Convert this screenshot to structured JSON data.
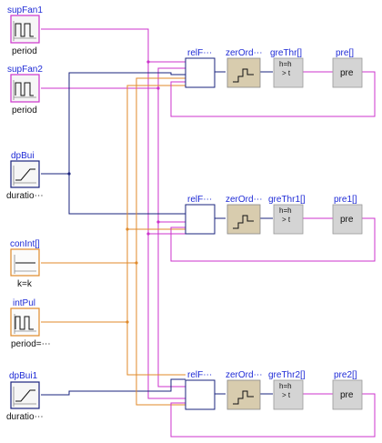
{
  "sources": [
    {
      "name": "supFan1",
      "param": "period"
    },
    {
      "name": "supFan2",
      "param": "period"
    },
    {
      "name": "dpBui",
      "param": "duratio⋯"
    },
    {
      "name": "conInt[]",
      "param": "k=k"
    },
    {
      "name": "intPul",
      "param": "period=⋯"
    },
    {
      "name": "dpBui1",
      "param": "duratio⋯"
    }
  ],
  "rows": [
    {
      "relay": "relF⋯",
      "zoh": "zerOrd⋯",
      "gre": "greThr[]",
      "pre": "pre[]"
    },
    {
      "relay": "relF⋯",
      "zoh": "zerOrd⋯",
      "gre": "greThr1[]",
      "pre": "pre1[]"
    },
    {
      "relay": "relF⋯",
      "zoh": "zerOrd⋯",
      "gre": "greThr2[]",
      "pre": "pre2[]"
    }
  ],
  "block_text": {
    "gre_top": "h=h",
    "gre_bottom": "> t",
    "pre": "pre"
  },
  "colors": {
    "boolean_wire": "#cc33cc",
    "real_wire": "#1a237e",
    "integer_wire": "#e08a2a",
    "label_blue": "#1f2bd6",
    "zoh_fill": "#d8ccae",
    "gray_fill": "#d4d4d4"
  }
}
